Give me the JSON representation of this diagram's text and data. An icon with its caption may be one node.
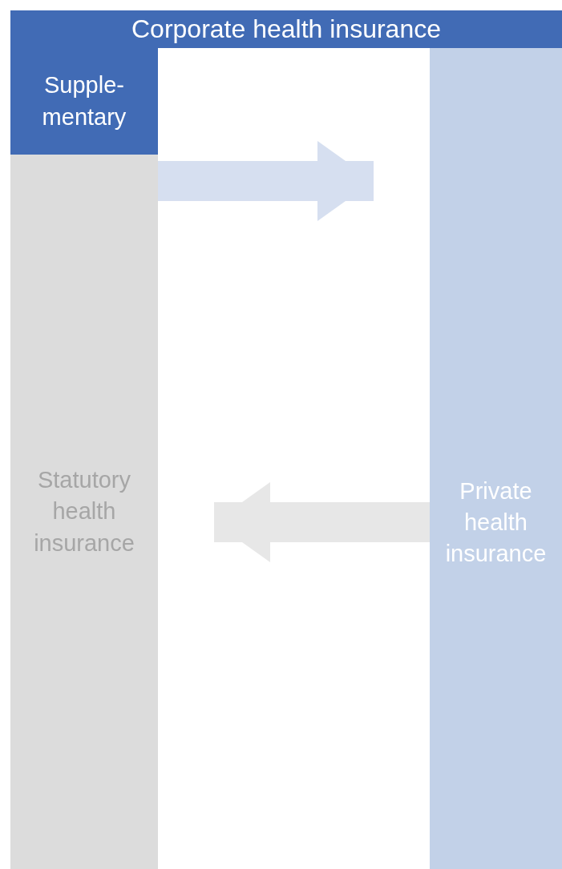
{
  "diagram": {
    "nodes": [
      {
        "text": [
          "Corporate health insurance"
        ]
      },
      {
        "text": [
          "Supple-mentary"
        ]
      },
      {
        "text": [
          "Statutory health insurance"
        ]
      },
      {
        "text": [
          "Private health insurance"
        ]
      }
    ],
    "edges": [
      {
        "from": 2,
        "to": 3,
        "arrow": "to",
        "color": "#d6dff0"
      },
      {
        "from": 3,
        "to": 2,
        "arrow": "to",
        "color": "#e7e7e7"
      }
    ]
  }
}
